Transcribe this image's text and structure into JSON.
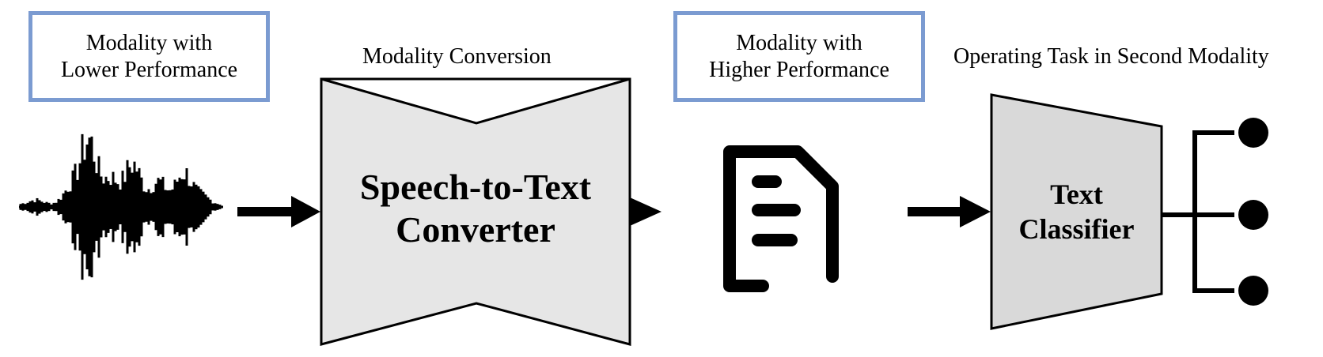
{
  "input_modality": {
    "line1": "Modality with",
    "line2": "Lower Performance"
  },
  "conversion_caption": "Modality Conversion",
  "converter": {
    "line1": "Speech-to-Text",
    "line2": "Converter"
  },
  "output_modality": {
    "line1": "Modality with",
    "line2": "Higher Performance"
  },
  "task_caption": "Operating Task in Second Modality",
  "classifier": {
    "line1": "Text",
    "line2": "Classifier"
  },
  "colors": {
    "box_border": "#7b9bd1",
    "converter_fill": "#e6e6e6",
    "classifier_fill": "#d9d9d9",
    "stroke": "#000000"
  },
  "icons": [
    "waveform-icon",
    "document-icon"
  ]
}
